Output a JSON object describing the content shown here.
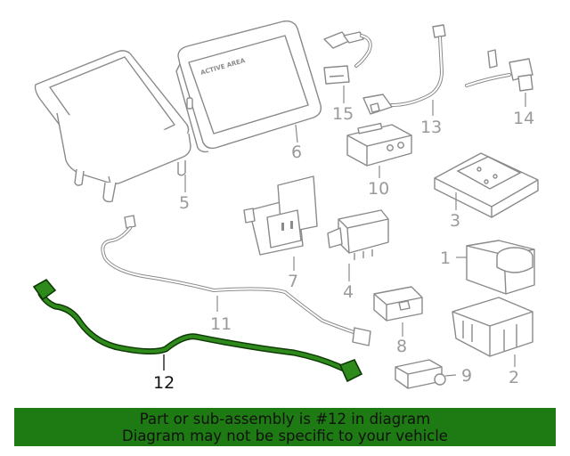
{
  "diagram": {
    "screen_label": "ACTIVE AREA",
    "callouts": {
      "p1": "1",
      "p2": "2",
      "p3": "3",
      "p4": "4",
      "p5": "5",
      "p6": "6",
      "p7": "7",
      "p8": "8",
      "p9": "9",
      "p10": "10",
      "p11": "11",
      "p12": "12",
      "p13": "13",
      "p14": "14",
      "p15": "15"
    },
    "highlighted_part": "12",
    "highlight_color": "#1e7a12"
  },
  "banner": {
    "line1": "Part or sub-assembly is #12 in diagram",
    "line2": "Diagram may not be specific to your vehicle",
    "background": "#1e7a12"
  }
}
